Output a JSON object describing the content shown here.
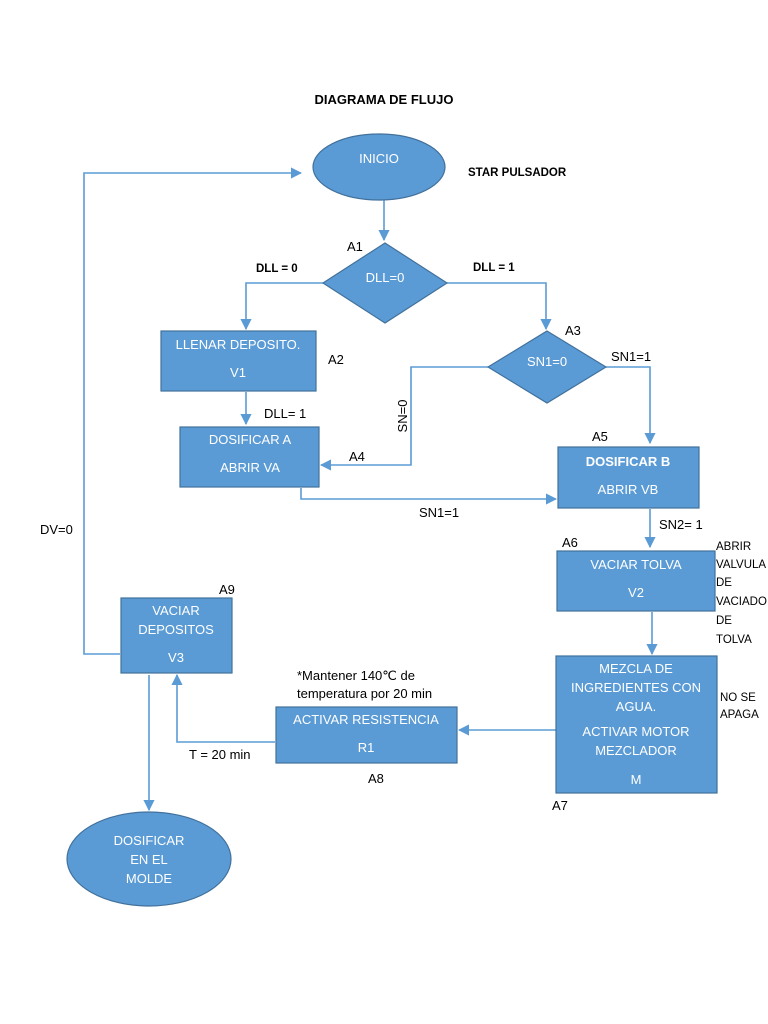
{
  "title": "DIAGRAMA DE FLUJO",
  "nodes": {
    "inicio": {
      "lines": [
        "INICIO"
      ]
    },
    "a1": {
      "lines": [
        "DLL=0"
      ],
      "tag": "A1"
    },
    "a2": {
      "lines": [
        "LLENAR DEPOSITO.",
        "V1"
      ],
      "tag": "A2"
    },
    "a3": {
      "lines": [
        "SN1=0"
      ],
      "tag": "A3"
    },
    "a4": {
      "lines": [
        "DOSIFICAR A",
        "ABRIR VA"
      ],
      "tag": "A4"
    },
    "a5": {
      "lines": [
        "DOSIFICAR B",
        "ABRIR VB"
      ],
      "tag": "A5"
    },
    "a6": {
      "lines": [
        "VACIAR TOLVA",
        "V2"
      ],
      "tag": "A6"
    },
    "a7": {
      "lines": [
        "MEZCLA DE",
        "INGREDIENTES CON",
        "AGUA.",
        "ACTIVAR MOTOR",
        "MEZCLADOR",
        "M"
      ],
      "tag": "A7"
    },
    "a8": {
      "lines": [
        "ACTIVAR RESISTENCIA",
        "R1"
      ],
      "tag": "A8"
    },
    "a9": {
      "lines": [
        "VACIAR",
        "DEPOSITOS",
        "V3"
      ],
      "tag": "A9"
    },
    "end": {
      "lines": [
        "DOSIFICAR",
        "EN EL",
        "MOLDE"
      ]
    }
  },
  "labels": {
    "star": "STAR PULSADOR",
    "dll0": "DLL = 0",
    "dll1": "DLL = 1",
    "dll1b": "DLL= 1",
    "sn1_1_right": "SN1=1",
    "sn0": "SN=0",
    "sn1_1_bottom": "SN1=1",
    "sn2_1": "SN2= 1",
    "dv0": "DV=0",
    "t20": "T = 20 min",
    "mantener": [
      "*Mantener 140℃ de",
      "temperatura por 20 min"
    ],
    "abrir_valvula": [
      "ABRIR",
      "VALVULA",
      "DE",
      "VACIADO",
      "DE",
      "TOLVA"
    ],
    "no_se_apaga": [
      "NO SE",
      "APAGA"
    ]
  },
  "colors": {
    "fill": "#5b9bd5",
    "stroke": "#41719c",
    "line": "#5b9bd5",
    "text_on_fill": "#ffffff"
  }
}
